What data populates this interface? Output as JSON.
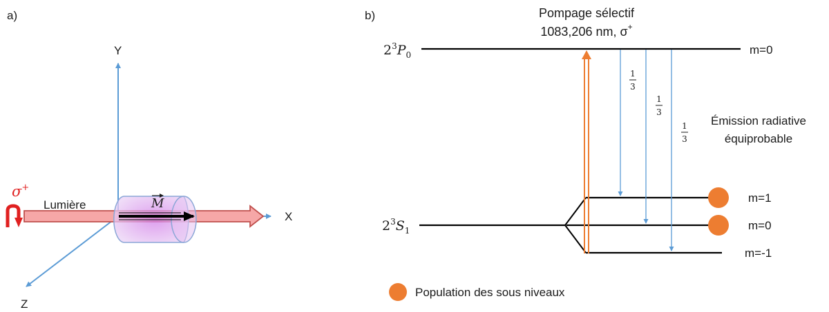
{
  "panels": {
    "a": {
      "label": "a)",
      "axes": {
        "x": "X",
        "y": "Y",
        "z": "Z"
      },
      "polarization": "σ",
      "polarization_sup": "+",
      "beam_label": "Lumière",
      "magnetization": "M",
      "colors": {
        "axis": "#5b9bd5",
        "beam_fill": "#f4a0a0",
        "beam_stroke": "#c0504d",
        "cell_fill": "#e4b8f2",
        "cell_stroke": "#8aa6d6",
        "circ_arrow": "#e02020"
      }
    },
    "b": {
      "label": "b)",
      "pump": {
        "line1": "Pompage sélectif",
        "line2": "1083,206 nm, σ",
        "line2_sup": "+"
      },
      "upper_level": {
        "name_base": "2",
        "name_sup": "3",
        "name_letter": "P",
        "name_sub": "0",
        "m_label": "m=0"
      },
      "lower_level": {
        "name_base": "2",
        "name_sup": "3",
        "name_letter": "S",
        "name_sub": "1",
        "sublevels": [
          {
            "m_label": "m=1",
            "populated": true
          },
          {
            "m_label": "m=0",
            "populated": true
          },
          {
            "m_label": "m=-1",
            "populated": false
          }
        ]
      },
      "branching": [
        {
          "num": "1",
          "den": "3"
        },
        {
          "num": "1",
          "den": "3"
        },
        {
          "num": "1",
          "den": "3"
        }
      ],
      "emission": {
        "line1": "Émission radiative",
        "line2": "équiprobable"
      },
      "legend": {
        "text": "Population des sous niveaux"
      },
      "colors": {
        "level": "#000000",
        "pump": "#ed7d31",
        "decay": "#5b9bd5",
        "population": "#ed7d31"
      }
    }
  }
}
